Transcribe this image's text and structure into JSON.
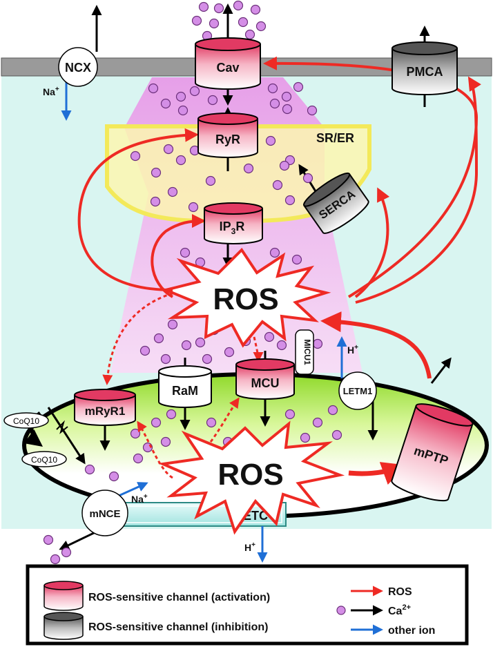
{
  "labels": {
    "cav": "Cav",
    "ryr": "RyR",
    "ip3r_main": "IP",
    "ip3r_sub": "3",
    "ip3r_end": "R",
    "pmca": "PMCA",
    "ncx": "NCX",
    "na_top": "Na",
    "na_top_sup": "+",
    "sr_er": "SR/ER",
    "serca": "SERCA",
    "ros_cyto": "ROS",
    "ros_mito": "ROS",
    "micu1": "MICU1",
    "h_top": "H",
    "h_top_sup": "+",
    "letm1": "LETM1",
    "mptp": "mPTP",
    "mcu": "MCU",
    "ram": "RaM",
    "mryr1": "mRyR1",
    "coq10_a": "CoQ10",
    "coq10_b": "CoQ10",
    "mnce": "mNCE",
    "na_mito": "Na",
    "na_mito_sup": "+",
    "etc": "ETC",
    "h_bottom": "H",
    "h_bottom_sup": "+"
  },
  "legend": {
    "activation": "ROS-sensitive channel (activation)",
    "inhibition": "ROS-sensitive channel (inhibition)",
    "ros": "ROS",
    "ca_main": "Ca",
    "ca_sup": "2+",
    "other_ion": "other ion"
  },
  "colors": {
    "ros_arrow": "#ee2a24",
    "ca_arrow": "#000000",
    "other_ion_arrow": "#1f6fd6",
    "calcium_dot": "#d48ee6",
    "activation_channel": "#e8466d",
    "inhibition_channel": "#555555",
    "cytosol": "#d9f5f1",
    "sr_er": "#fbf6b0",
    "mitochondrion": "#c9f56a",
    "membrane": "#9a9a9a"
  },
  "icons": {
    "calcium": "purple-dot-icon",
    "activation_channel": "pink-cylinder-icon",
    "inhibition_channel": "gray-cylinder-icon"
  }
}
